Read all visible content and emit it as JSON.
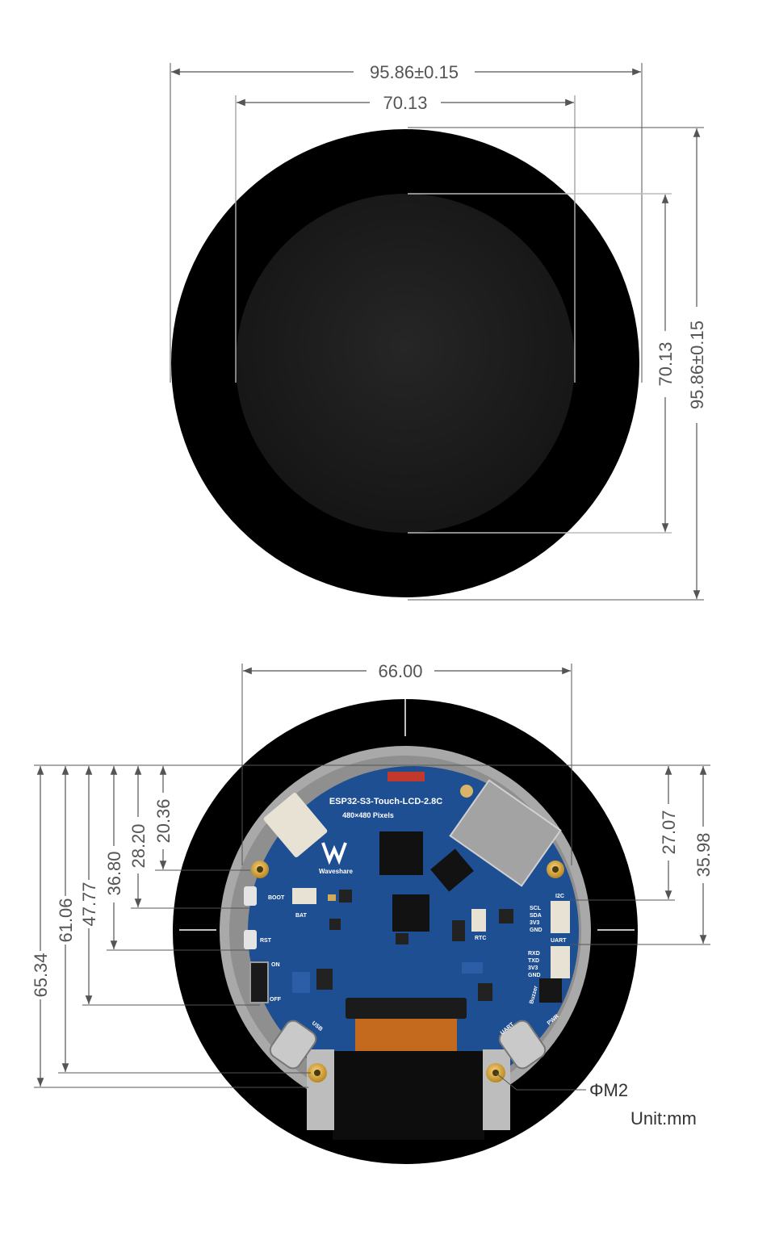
{
  "front_view": {
    "outer_width": "95.86±0.15",
    "display_width": "70.13",
    "display_height": "70.13",
    "outer_height": "95.86±0.15"
  },
  "back_view": {
    "board_width": "66.00",
    "board_title": "ESP32-S3-Touch-LCD-2.8C",
    "resolution": "480×480 Pixels",
    "brand": "Waveshare",
    "connectors": {
      "boot": "BOOT",
      "bat": "BAT",
      "rst": "RST",
      "on": "ON",
      "off": "OFF",
      "usb": "USB",
      "uart_port": "UART",
      "pwr": "PWR",
      "rtc": "RTC",
      "i2c": "I2C",
      "i2c_pins": [
        "SCL",
        "SDA",
        "3V3",
        "GND"
      ],
      "uart": "UART",
      "uart_pins": [
        "RXD",
        "TXD",
        "3V3",
        "GND"
      ],
      "buzzer": "Buzzer"
    },
    "left_dims": [
      "65.34",
      "61.06",
      "47.77",
      "36.80",
      "28.20",
      "20.36"
    ],
    "right_dims": [
      "27.07",
      "35.98"
    ],
    "hole_label": "ΦM2",
    "unit": "Unit:mm"
  },
  "colors": {
    "bezel": "#000000",
    "display": "#1a1a1a",
    "pcb": "#1f4f93",
    "dimension_line": "#555555"
  }
}
